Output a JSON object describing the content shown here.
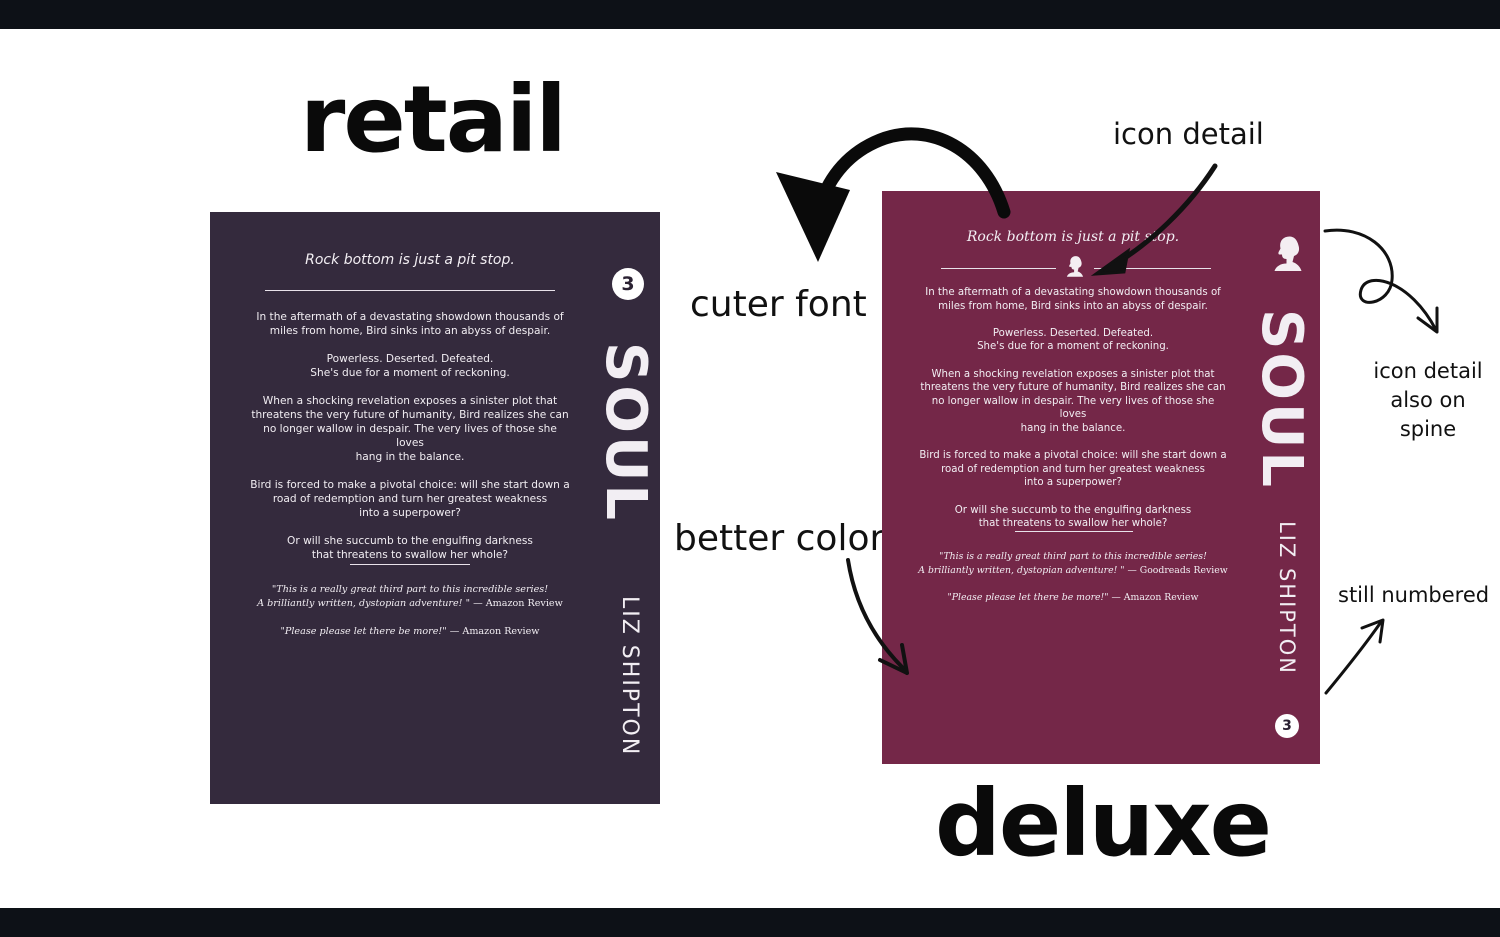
{
  "headings": {
    "retail": "retail",
    "deluxe": "deluxe"
  },
  "annotations": {
    "cuter_font": "cuter font",
    "better_color": "better color",
    "icon_detail": "icon detail",
    "icon_spine": [
      "icon detail",
      "also on",
      "spine"
    ],
    "still_numbered": "still numbered"
  },
  "book": {
    "tagline": "Rock bottom is just a pit stop.",
    "blurb": [
      [
        "In the aftermath of a devastating showdown thousands of",
        "miles from home, Bird sinks into an abyss of despair."
      ],
      [
        "Powerless. Deserted. Defeated.",
        "She's due for a moment of reckoning."
      ],
      [
        "When a shocking revelation exposes a sinister plot that",
        "threatens the very future of humanity, Bird realizes she can",
        "no longer wallow in despair. The very lives of those she loves",
        "hang in the balance."
      ],
      [
        "Bird is forced to make a pivotal choice: will she start down a",
        "road of redemption and turn her greatest weakness",
        "into a superpower?"
      ],
      [
        "Or will she succumb to the engulfing darkness",
        "that threatens to swallow her whole?"
      ]
    ],
    "review1_quote": [
      "\"This is a really great third part to this incredible series!",
      "A brilliantly written, dystopian adventure! \""
    ],
    "review2_quote": "\"Please please let there be more!\"",
    "title": "SOUL",
    "author": "LIZ SHIPTON",
    "number": "3"
  },
  "retail_cover": {
    "color": "#342a3d",
    "review1_source": "— Amazon Review",
    "review2_source": "— Amazon Review"
  },
  "deluxe_cover": {
    "color": "#742748",
    "review1_source": "— Goodreads Review",
    "review2_source": "— Amazon Review",
    "icon": "girl-silhouette-icon"
  }
}
